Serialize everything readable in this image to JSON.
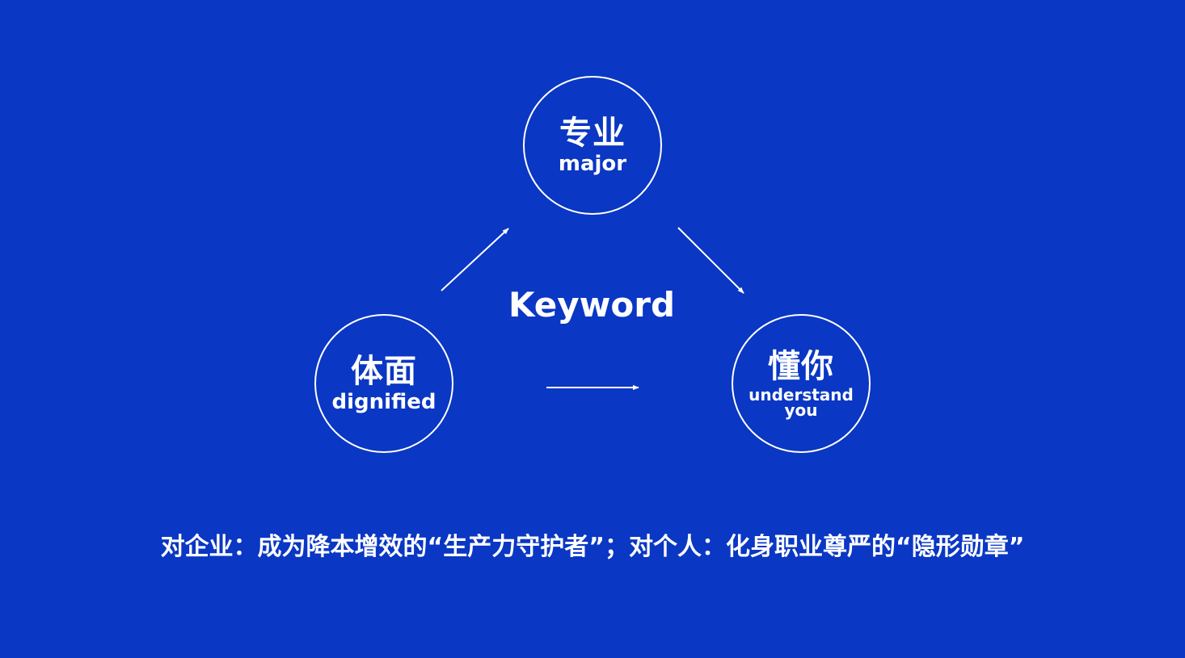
{
  "diagram": {
    "center_label": "Keyword",
    "nodes": {
      "top": {
        "zh": "专业",
        "en": "major"
      },
      "left": {
        "zh": "体面",
        "en": "dignified"
      },
      "right": {
        "zh": "懂你",
        "en": "understand you"
      }
    },
    "caption": "对企业：成为降本增效的“生产力守护者”；对个人：化身职业尊严的“隐形勋章”"
  },
  "colors": {
    "background": "#0a37c3",
    "foreground": "#ffffff"
  }
}
